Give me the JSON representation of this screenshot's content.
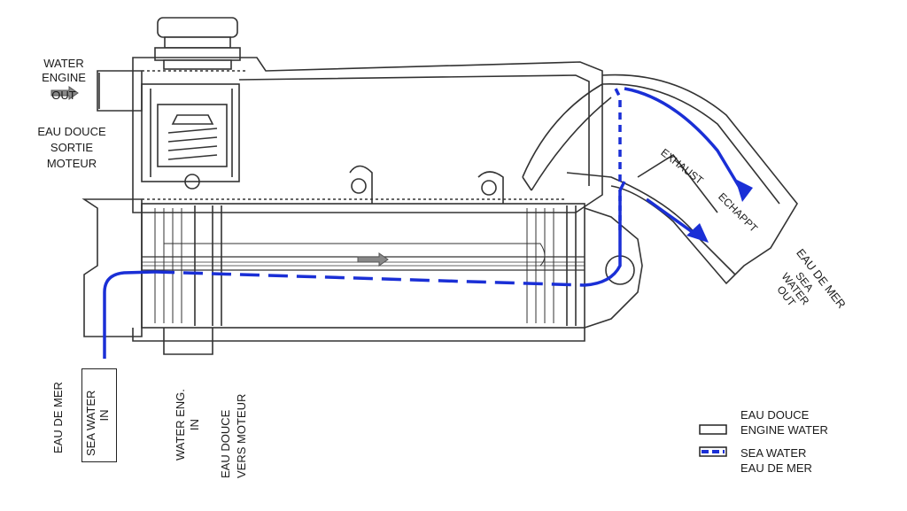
{
  "labels": {
    "water_engine_out": [
      "WATER",
      "ENGINE",
      "OUT"
    ],
    "eau_douce_sortie": [
      "EAU DOUCE",
      "SORTIE",
      "MOTEUR"
    ],
    "exhaust": "EXHAUST",
    "echappt": "ECHAPPT",
    "eau_de_mer_right": "EAU DE MER",
    "sea_water_out": [
      "SEA",
      "WATER",
      "OUT"
    ],
    "eau_de_mer_left": "EAU DE MER",
    "sea_water_in": [
      "SEA WATER",
      "IN"
    ],
    "water_eng_in": [
      "WATER ENG.",
      "IN"
    ],
    "eau_douce_vers": [
      "EAU DOUCE",
      "VERS MOTEUR"
    ]
  },
  "legend": {
    "engine_water": [
      "EAU DOUCE",
      "ENGINE WATER"
    ],
    "sea_water": [
      "SEA WATER",
      "EAU DE MER"
    ]
  },
  "colors": {
    "sea_water": "#1a2fd6",
    "line": "#333333"
  }
}
